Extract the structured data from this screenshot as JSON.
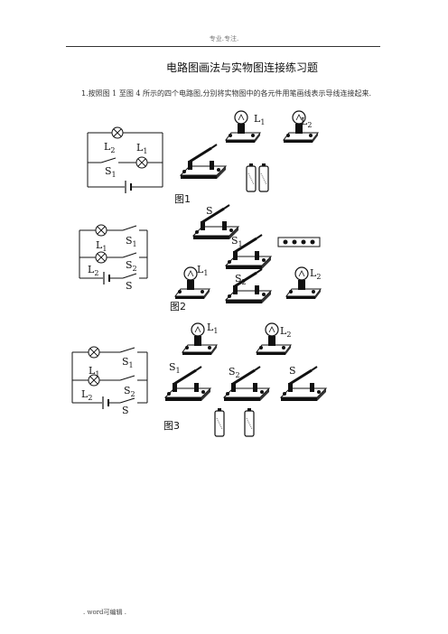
{
  "header": {
    "text": "专业.专注."
  },
  "title": "电路图画法与实物图连接练习题",
  "instruction": {
    "lead": "1.",
    "text": "按照图 1 至图 4 所示的四个电路图,分别将实物图中的各元件用笔画线表示导线连接起来."
  },
  "figures": [
    {
      "caption": "图1",
      "schematic": {
        "top_lamp": "L2",
        "right_lamp": "L1",
        "switch": "S1"
      },
      "objects": {
        "lamp_a": "L1",
        "lamp_b": "L2"
      }
    },
    {
      "caption": "图2",
      "schematic": {
        "lamp_top": "L1",
        "lamp_bottom": "L2",
        "switch_top": "S1",
        "switch_mid": "S2",
        "switch_main": "S"
      },
      "objects": {
        "switch_a": "S",
        "switch_b": "S1",
        "switch_c": "S2",
        "lamp_a": "L1",
        "lamp_b": "L2"
      }
    },
    {
      "caption": "图3",
      "schematic": {
        "lamp_top": "L1",
        "lamp_bottom": "L2",
        "switch_top": "S1",
        "switch_mid": "S2",
        "switch_main": "S"
      },
      "objects": {
        "lamp_a": "L1",
        "lamp_b": "L2",
        "switch_a": "S1",
        "switch_b": "S2",
        "switch_c": "S"
      }
    }
  ],
  "footer": {
    "text": ". word可编辑 ."
  }
}
